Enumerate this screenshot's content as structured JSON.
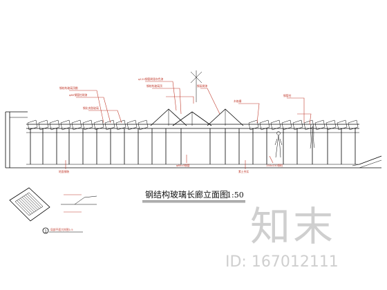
{
  "drawing": {
    "title": "钢结构玻璃长廊立面图",
    "scale": "1:50",
    "detail_marker": "1",
    "detail_caption": "局部平面大样图1:5"
  },
  "annotations": [
    "钢结构玻璃顶棚",
    "φ60钢管柱刷漆",
    "钢化夹胶玻璃",
    "φ120钢管刷银灰色漆",
    "钢结构玻璃顶",
    "钢梁刷漆",
    "木格栅",
    "钢管柱",
    "地面铺装",
    "φ60x3钢管",
    "素土夯实",
    "150x150钢柱"
  ],
  "watermark": {
    "brand": "知末",
    "id": "ID: 167012111"
  }
}
